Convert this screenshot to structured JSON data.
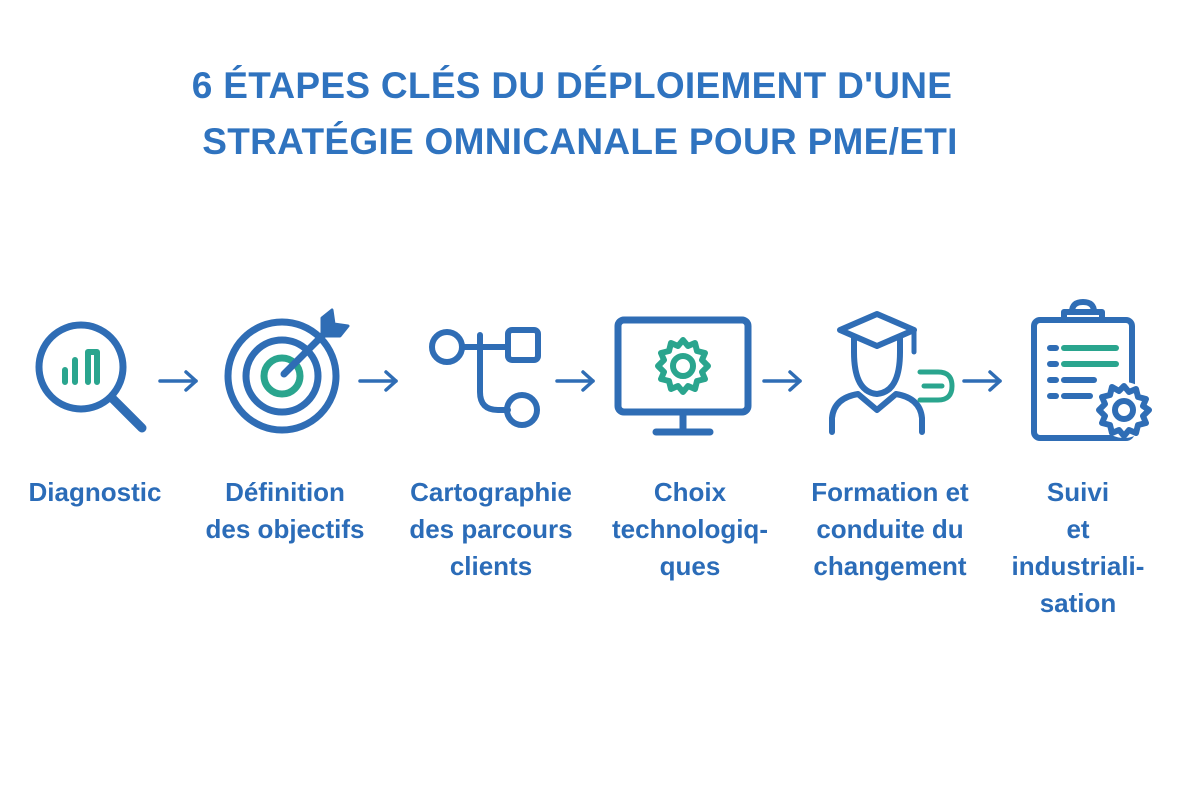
{
  "title": {
    "line1": "6 ÉTAPES CLÉS DU DÉPLOIEMENT D'UNE",
    "line2": "STRATÉGIE OMNICANALE POUR PME/ETI"
  },
  "colors": {
    "primary": "#2f6db5",
    "accent": "#2aa58e",
    "title": "#2f73bf"
  },
  "steps": [
    {
      "icon": "magnifier-chart-icon",
      "lines": [
        "Diagnostic"
      ]
    },
    {
      "icon": "target-arrow-icon",
      "lines": [
        "Définition",
        "des objectifs"
      ]
    },
    {
      "icon": "flow-map-icon",
      "lines": [
        "Cartographie",
        "des parcours",
        "clients"
      ]
    },
    {
      "icon": "monitor-gear-icon",
      "lines": [
        "Choix",
        "technologiq-",
        "ques"
      ]
    },
    {
      "icon": "graduate-training-icon",
      "lines": [
        "Formation et",
        "conduite du",
        "changement"
      ]
    },
    {
      "icon": "clipboard-gear-icon",
      "lines": [
        "Suivi",
        "et",
        "industriali-",
        "sation"
      ]
    }
  ]
}
